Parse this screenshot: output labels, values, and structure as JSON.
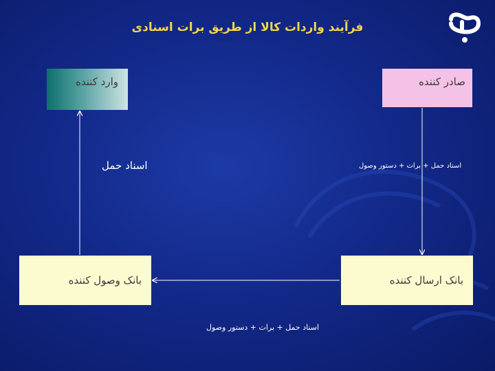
{
  "slide": {
    "title": "فرآیند واردات کالا از طریق برات اسنادی",
    "logo_icon": "bank-logo-icon"
  },
  "nodes": {
    "importer": "وارد کننده",
    "exporter": "صادر کننده",
    "issuing_bank": "بانک ارسال کننده",
    "receiving_bank": "بانک وصول کننده"
  },
  "edge_labels": {
    "exporter_to_issuing_bank": "اسناد حمل + برات + دستور وصول",
    "issuing_to_receiving_bank": "اسناد حمل + برات + دستور وصول",
    "receiving_bank_to_importer": "اسناد حمل"
  },
  "colors": {
    "background": "#13298a",
    "title": "#f4d64a",
    "exporter_box": "#f4c2e6",
    "importer_box": "#0f6f6f",
    "bank_box": "#fcfbd0",
    "arrow": "#ffffff"
  }
}
